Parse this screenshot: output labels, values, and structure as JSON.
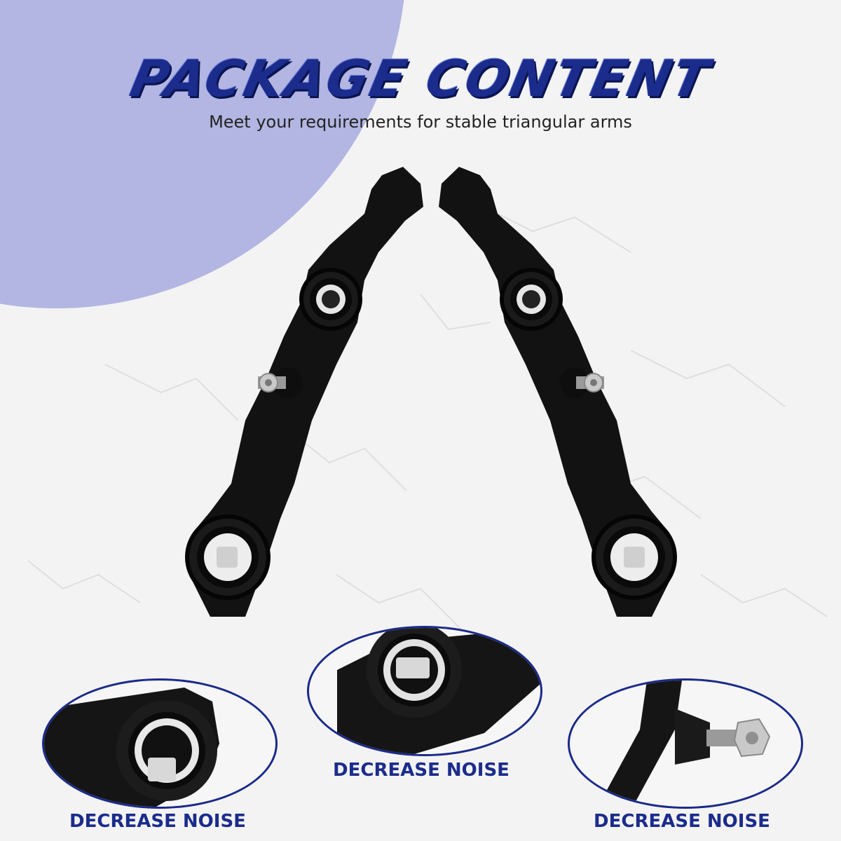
{
  "header": {
    "title": "PACKAGE CONTENT",
    "subtitle": "Meet your requirements for stable triangular arms"
  },
  "features": [
    {
      "caption": "DECREASE NOISE",
      "icon": "bushing-closeup"
    },
    {
      "caption": "DECREASE NOISE",
      "icon": "bushing-closeup"
    },
    {
      "caption": "DECREASE NOISE",
      "icon": "ball-joint-closeup"
    }
  ],
  "colors": {
    "accent": "#1b2c8c",
    "corner": "#b3b6e2",
    "part": "#111111"
  }
}
